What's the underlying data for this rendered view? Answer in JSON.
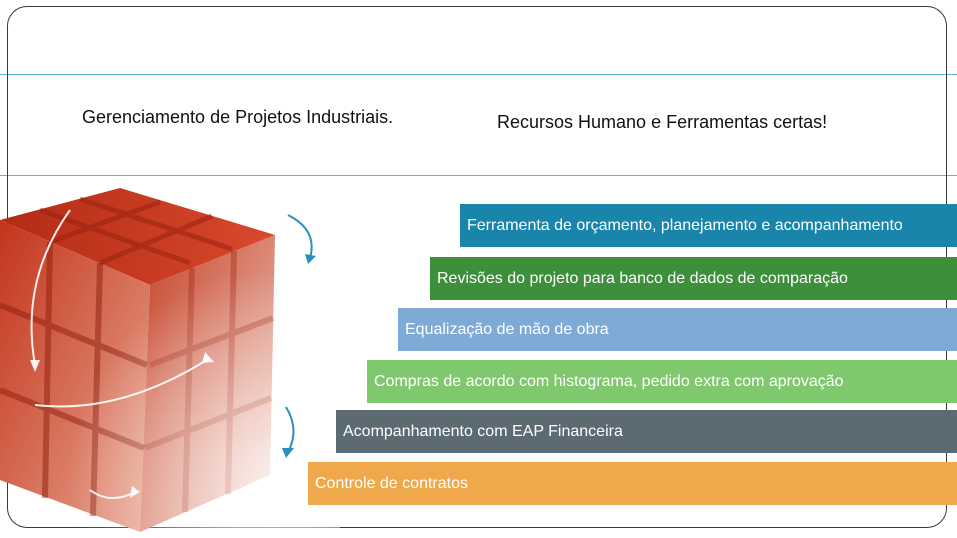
{
  "headline": {
    "left": "Gerenciamento de Projetos Industriais.",
    "right": "Recursos Humano e Ferramentas certas!"
  },
  "bars": [
    {
      "label": "Ferramenta de orçamento, planejamento  e acompanhamento",
      "color": "#1a85ab"
    },
    {
      "label": "Revisões do projeto para banco de dados de comparação",
      "color": "#3e8f3c"
    },
    {
      "label": "Equalização  de mão de obra",
      "color": "#7eaad6"
    },
    {
      "label": "Compras de acordo com histograma,  pedido extra com aprovação",
      "color": "#80c86e"
    },
    {
      "label": "Acompanhamento com EAP Financeira",
      "color": "#5c6b71"
    },
    {
      "label": "Controle de contratos",
      "color": "#efa84a"
    }
  ],
  "icons": {
    "cube": "rubiks-cube-icon",
    "arrow": "curved-arrow-icon"
  }
}
